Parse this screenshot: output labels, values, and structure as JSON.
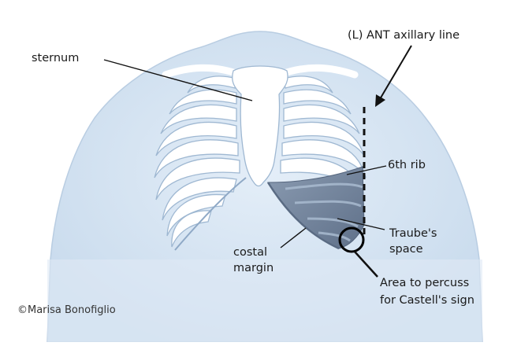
{
  "labels": {
    "sternum": "sternum",
    "ant_axillary_line": "(L) ANT axillary line",
    "sixth_rib": "6th rib",
    "traubes_line1": "Traube's",
    "traubes_line2": "space",
    "costal_line1": "costal",
    "costal_line2": "margin",
    "percuss_line1": "Area to percuss",
    "percuss_line2": "for Castell's sign"
  },
  "credit": "©Marisa Bonofiglio",
  "colors": {
    "skin": "#d8e6f3",
    "skin_edge": "#b9cde2",
    "bone": "#ffffff",
    "bone_outline": "#9fb8d2",
    "traubes_space": "#7d8fa6",
    "traubes_space_dark": "#5d6e86",
    "lines": "#111111"
  }
}
